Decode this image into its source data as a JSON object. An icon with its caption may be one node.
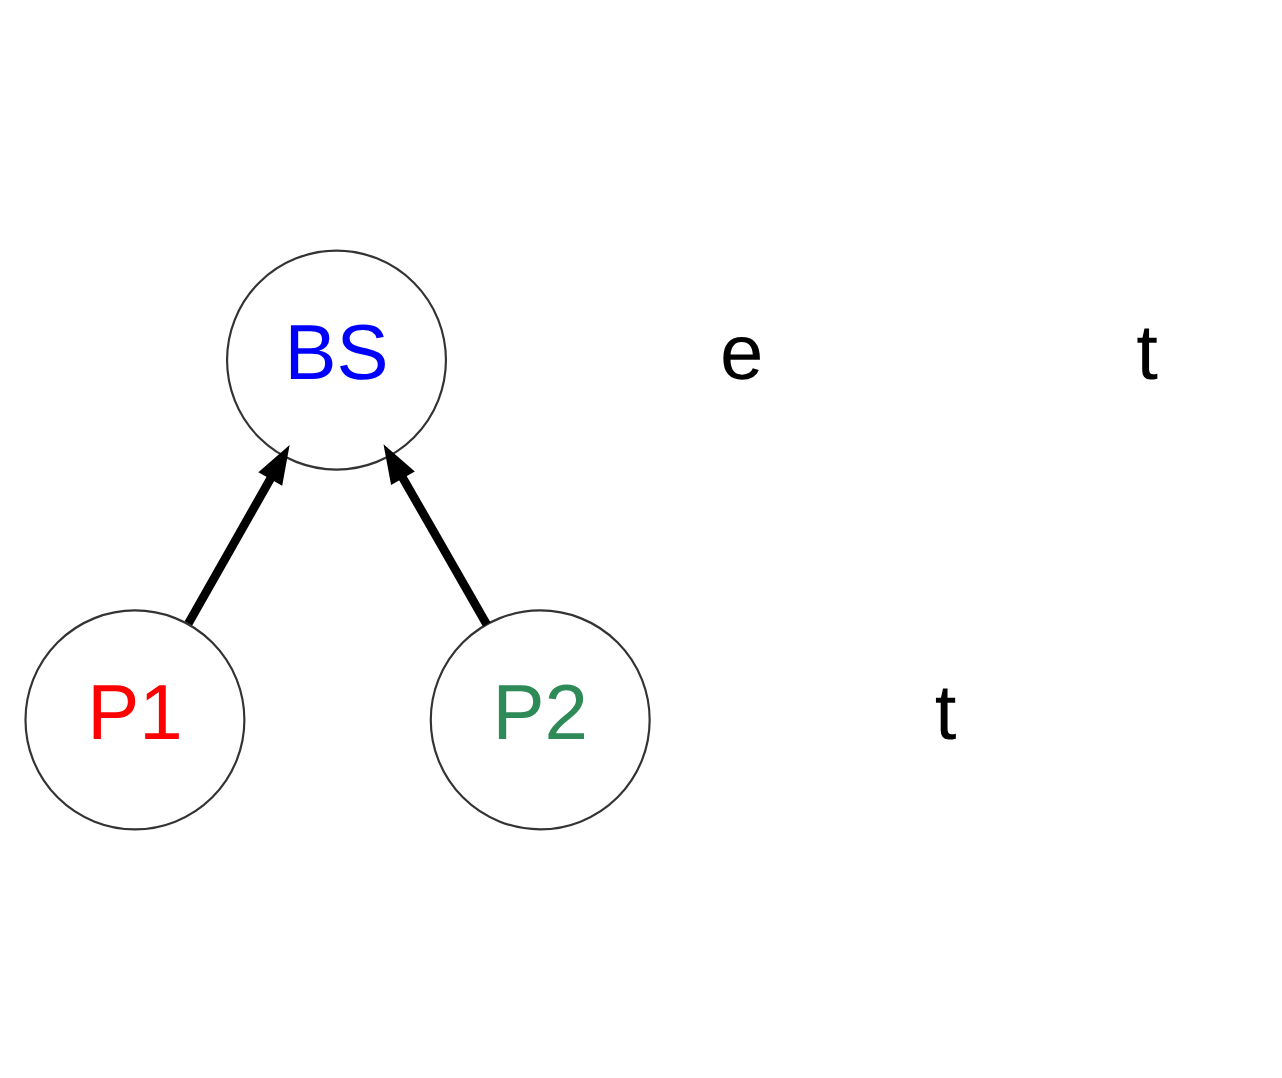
{
  "diagram": {
    "nodes": [
      {
        "text": [
          "BS"
        ]
      },
      {
        "text": [
          "P1"
        ]
      },
      {
        "text": [
          "P2"
        ]
      }
    ],
    "edges": [
      {
        "from": 1,
        "to": 0,
        "arrow": "to"
      },
      {
        "from": 2,
        "to": 0,
        "arrow": "to"
      }
    ],
    "labels": [
      "e",
      "t",
      "t"
    ]
  }
}
